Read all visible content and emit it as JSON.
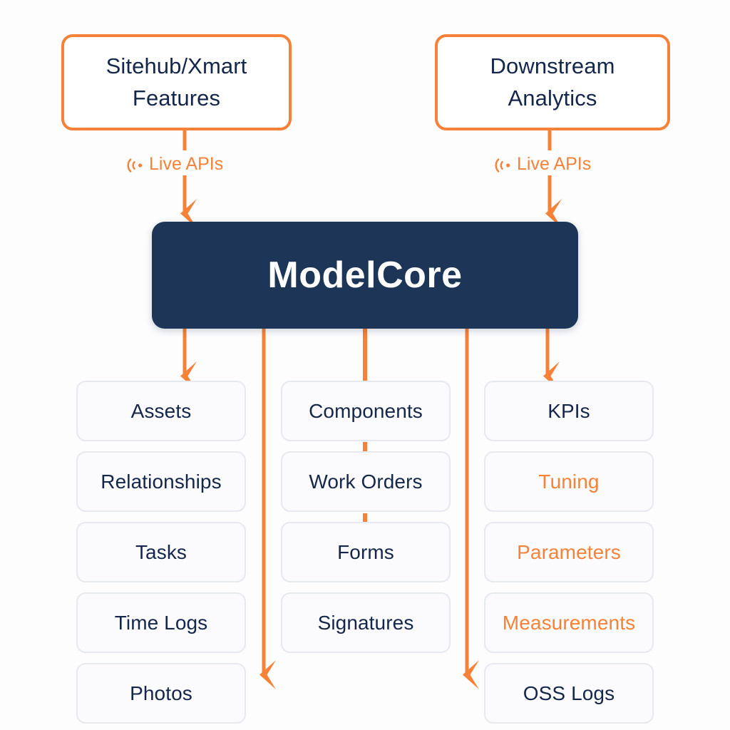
{
  "palette": {
    "accent": "#F58238",
    "core": "#1D3557",
    "text_dark": "#14274A",
    "leaf_bg": "#FBFBFD",
    "leaf_border": "#E7E9F0",
    "canvas": "#FDFDFE"
  },
  "sources": [
    {
      "id": "sitehub",
      "label": "Sitehub/Xmart\nFeatures"
    },
    {
      "id": "downstream",
      "label": "Downstream\nAnalytics"
    }
  ],
  "connector_labels": [
    {
      "id": "live-apis-left",
      "text": "Live APIs",
      "icon": "broadcast-signal-icon"
    },
    {
      "id": "live-apis-right",
      "text": "Live APIs",
      "icon": "broadcast-signal-icon"
    }
  ],
  "core": {
    "label": "ModelCore"
  },
  "columns": [
    {
      "id": "left",
      "items": [
        {
          "label": "Assets",
          "accent": false
        },
        {
          "label": "Relationships",
          "accent": false
        },
        {
          "label": "Tasks",
          "accent": false
        },
        {
          "label": "Time Logs",
          "accent": false
        },
        {
          "label": "Photos",
          "accent": false
        }
      ]
    },
    {
      "id": "middle",
      "items": [
        {
          "label": "Components",
          "accent": false
        },
        {
          "label": "Work Orders",
          "accent": false
        },
        {
          "label": "Forms",
          "accent": false
        },
        {
          "label": "Signatures",
          "accent": false
        }
      ]
    },
    {
      "id": "right",
      "items": [
        {
          "label": "KPIs",
          "accent": false
        },
        {
          "label": "Tuning",
          "accent": true
        },
        {
          "label": "Parameters",
          "accent": true
        },
        {
          "label": "Measurements",
          "accent": true
        },
        {
          "label": "OSS Logs",
          "accent": false
        }
      ]
    }
  ]
}
